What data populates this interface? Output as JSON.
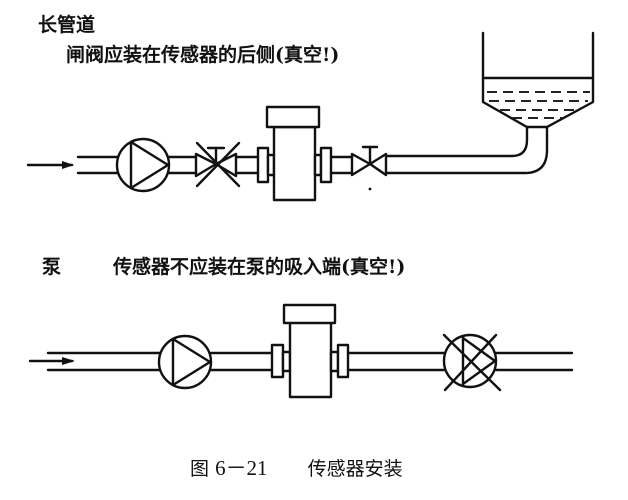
{
  "diagram": {
    "top_section": {
      "heading": "长管道",
      "note": "闸阀应装在传感器的后侧(真空!)",
      "components": [
        "flow-arrow",
        "pump",
        "gate-valve-crossed",
        "flowmeter-sensor",
        "gate-valve",
        "long-pipe",
        "tank"
      ]
    },
    "bottom_section": {
      "heading": "泵",
      "note": "传感器不应装在泵的吸入端(真空!)",
      "components": [
        "flow-arrow",
        "pump",
        "flowmeter-sensor",
        "pump-crossed"
      ]
    },
    "caption": {
      "figure_label": "图",
      "figure_number": "6－21",
      "title": "传感器安装"
    }
  }
}
